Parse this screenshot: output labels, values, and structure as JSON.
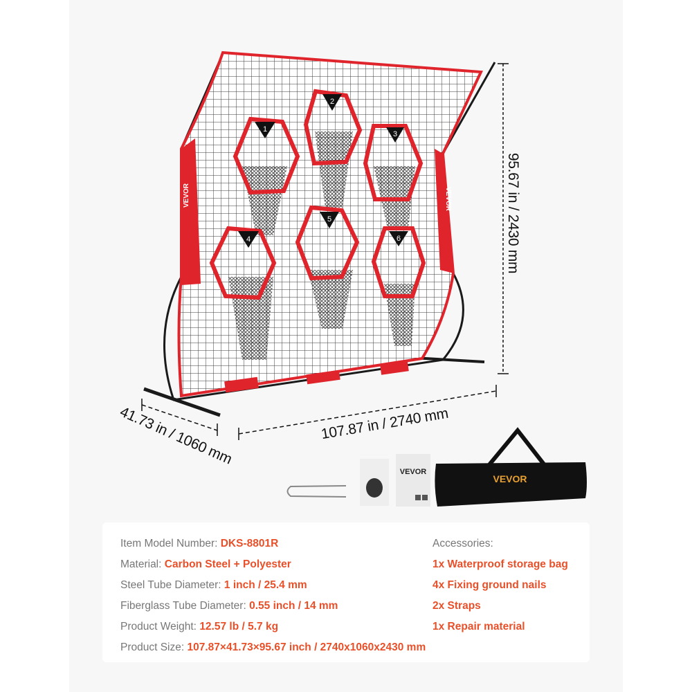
{
  "product": {
    "brand": "VEVOR",
    "target_numbers": [
      "1",
      "2",
      "3",
      "4",
      "5",
      "6"
    ]
  },
  "dimensions": {
    "height": "95.67 in / 2430 mm",
    "width": "107.87 in / 2740 mm",
    "depth": "41.73 in / 1060 mm"
  },
  "accessories_images": {
    "bag_brand": "VEVOR",
    "manual_brand": "VEVOR"
  },
  "specs": [
    {
      "label": "Item Model Number:",
      "value": "DKS-8801R"
    },
    {
      "label": "Material:",
      "value": "Carbon Steel + Polyester"
    },
    {
      "label": "Steel Tube Diameter:",
      "value": "1 inch / 25.4 mm"
    },
    {
      "label": "Fiberglass Tube Diameter:",
      "value": "0.55 inch / 14 mm"
    },
    {
      "label": "Product Weight:",
      "value": "12.57 lb / 5.7 kg"
    },
    {
      "label": "Product Size:",
      "value": "107.87×41.73×95.67 inch / 2740x1060x2430 mm"
    }
  ],
  "accessories": {
    "heading": "Accessories:",
    "items": [
      "1x Waterproof storage bag",
      "4x Fixing ground nails",
      "2x Straps",
      "1x Repair material"
    ]
  },
  "colors": {
    "accent": "#e8502a",
    "net_red": "#e0242c",
    "panel_bg": "#f7f7f7",
    "label_gray": "#777777"
  }
}
